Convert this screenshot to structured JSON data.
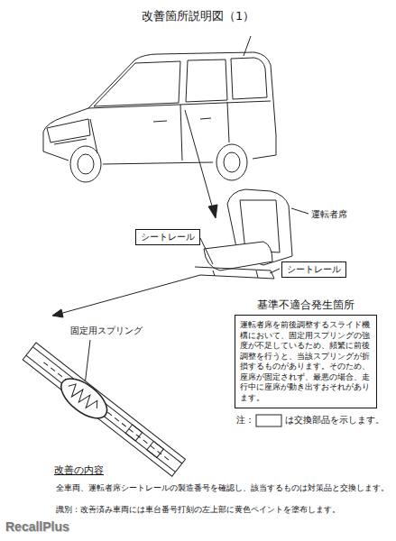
{
  "diagram": {
    "title": "改善箇所説明図（1）",
    "nodes": [
      {
        "text": [
          "シートレール"
        ]
      },
      {
        "text": [
          "シートレール"
        ]
      },
      {
        "text": [
          "基準不適合発生箇所",
          "運転者席を前後調整するスライド機構において、固定用スプリングの強度が不足しているため、頻繁に前後調整を行うと、当該スプリングが折損するものがあります。そのため、座席が固定されず、最悪の場合、走行中に座席が動き出すおそれがあります。"
        ]
      }
    ],
    "labels": [
      "運転者席",
      "固定用スプリング",
      "注：",
      "は交換部品を示します。",
      "改善の内容",
      "全車両、運転者席シートレールの製造番号を確認し、該当するものは対策品と交換します。",
      "識別：改善済み車両には車台番号打刻の左上部に黄色ペイントを塗布します。",
      "RecallPlus"
    ]
  }
}
